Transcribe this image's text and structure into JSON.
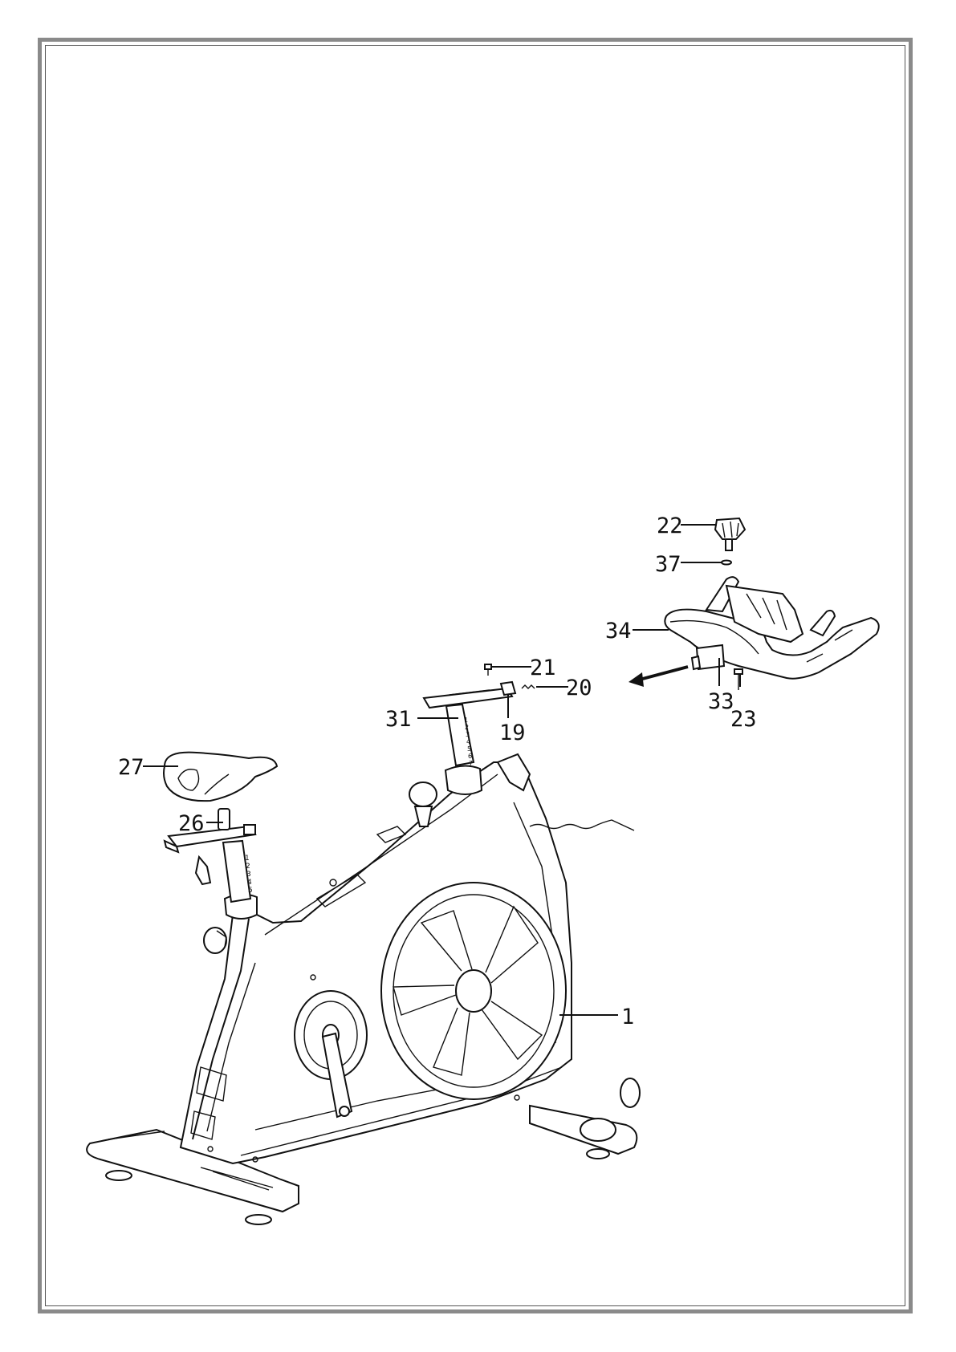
{
  "diagram": {
    "type": "exploded-assembly",
    "labels": {
      "p1": "1",
      "p19": "19",
      "p20": "20",
      "p21": "21",
      "p22": "22",
      "p23": "23",
      "p26": "26",
      "p27": "27",
      "p31": "31",
      "p33": "33",
      "p34": "34",
      "p37": "37"
    },
    "scale_marks": {
      "seat_post": [
        "1",
        "2",
        "3",
        "4",
        "5"
      ],
      "handlebar_post": [
        "1",
        "2",
        "3",
        "4",
        "5",
        "6",
        "7"
      ]
    }
  }
}
